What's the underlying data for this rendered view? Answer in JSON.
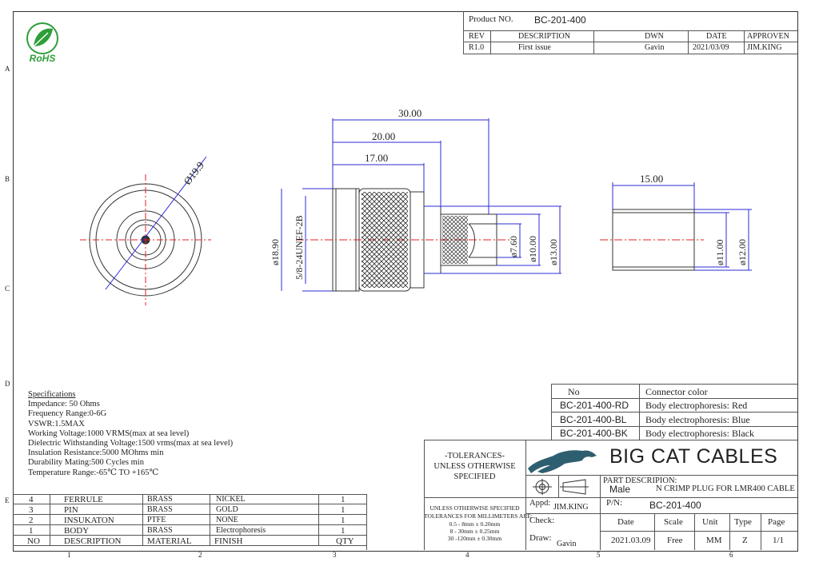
{
  "title_block": {
    "product_no_label": "Product NO.",
    "product_no": "BC-201-400",
    "headers": [
      "REV",
      "DESCRIPTION",
      "DWN",
      "DATE",
      "APPROVEN"
    ],
    "row": [
      "R1.0",
      "First issue",
      "Gavin",
      "2021/03/09",
      "JIM.KING"
    ]
  },
  "logo": {
    "text": "RoHS"
  },
  "border": {
    "rows": [
      "A",
      "B",
      "C",
      "D",
      "E"
    ],
    "cols": [
      "1",
      "2",
      "3",
      "4",
      "5",
      "6"
    ]
  },
  "dimensions": {
    "d1": "30.00",
    "d2": "20.00",
    "d3": "17.00",
    "d4": "15.00",
    "diam_front": "Ø19.9",
    "diam_body": "ø18.90",
    "thread": "5/8-24UNEF-2B",
    "diam_a": "ø7.60",
    "diam_b": "ø10.00",
    "diam_c": "ø13.00",
    "diam_d": "ø11.00",
    "diam_e": "ø12.00"
  },
  "specifications": {
    "heading": "Specifications",
    "lines": [
      "Impedance: 50 Ohms",
      "Frequency Range:0-6G",
      "VSWR:1.5MAX",
      "Working Voltage:1000 VRMS(max at sea level)",
      "Dielectric Withstanding Voltage:1500 vrms(max at sea level)",
      "Insulation Resistance:5000 MOhms min",
      "Durability Mating:500 Cycles min",
      "Temperature Range:-65℃ TO +165℃"
    ]
  },
  "color_table": {
    "headers": [
      "No",
      "Connector color"
    ],
    "rows": [
      [
        "BC-201-400-RD",
        "Body electrophoresis: Red"
      ],
      [
        "BC-201-400-BL",
        "Body electrophoresis: Blue"
      ],
      [
        "BC-201-400-BK",
        "Body electrophoresis: Black"
      ]
    ]
  },
  "bom": {
    "rows": [
      [
        "4",
        "FERRULE",
        "BRASS",
        "NICKEL",
        "1"
      ],
      [
        "3",
        "PIN",
        "BRASS",
        "GOLD",
        "1"
      ],
      [
        "2",
        "INSUKATON",
        "PTFE",
        "NONE",
        "1"
      ],
      [
        "1",
        "BODY",
        "BRASS",
        "Electrophoresis",
        "1"
      ]
    ],
    "headers": [
      "NO",
      "DESCRIPTION",
      "MATERIAL",
      "FINISH",
      "QTY"
    ]
  },
  "tolerances": {
    "title": [
      "-TOLERANCES-",
      "UNLESS OTHERWISE",
      "SPECIFIED"
    ],
    "lines": [
      "UNLESS OTHERWISE SPECIFIED",
      "TOLERANCES FOR MILLIMETERS ARE:",
      "0.5 - 8mm ± 0.20mm",
      "8 - 30mm ± 0.25mm",
      "30 -120mm ± 0.30mm"
    ]
  },
  "company": {
    "name": "BIG CAT CABLES"
  },
  "part": {
    "label": "PART DESCRIPION:",
    "gender": "Male",
    "description": "N CRIMP PLUG FOR LMR400 CABLE",
    "appd_label": "Appd:",
    "appd": "JIM.KING",
    "pn_label": "P/N:",
    "pn": "BC-201-400",
    "check_label": "Check:",
    "draw_label": "Draw:",
    "draw": "Gavin",
    "info_headers": [
      "Date",
      "Scale",
      "Unit",
      "Type",
      "Page"
    ],
    "info_values": [
      "2021.03.09",
      "Free",
      "MM",
      "Z",
      "1/1"
    ]
  },
  "colors": {
    "dimension": "#2b2bd6",
    "center": "#e02020",
    "line": "#333333"
  }
}
